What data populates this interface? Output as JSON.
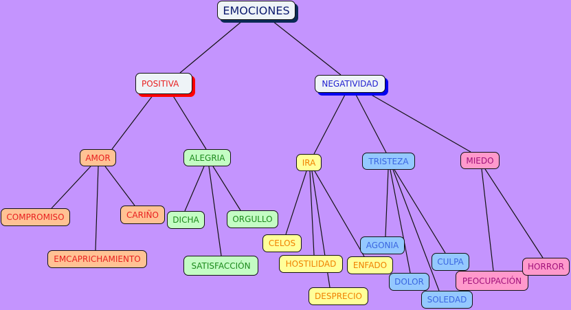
{
  "root": "EMOCIONES",
  "positiva": {
    "label": "POSITIVA",
    "amor": {
      "label": "AMOR",
      "children": [
        "COMPROMISO",
        "EMCAPRICHAMIENTO",
        "CARIÑO"
      ]
    },
    "alegria": {
      "label": "ALEGRIA",
      "children": [
        "DICHA",
        "SATISFACCIÓN",
        "ORGULLO"
      ]
    }
  },
  "negatividad": {
    "label": "NEGATIVIDAD",
    "ira": {
      "label": "IRA",
      "children": [
        "CELOS",
        "HOSTILIDAD",
        "DESPRECIO",
        "ENFADO"
      ]
    },
    "tristeza": {
      "label": "TRISTEZA",
      "children": [
        "AGONIA",
        "DOLOR",
        "SOLEDAD",
        "CULPA"
      ]
    },
    "miedo": {
      "label": "MIEDO",
      "children": [
        "PEOCUPACIÓN",
        "HORROR"
      ]
    }
  },
  "colors": {
    "background": "#c494fe",
    "line": "#111111"
  }
}
